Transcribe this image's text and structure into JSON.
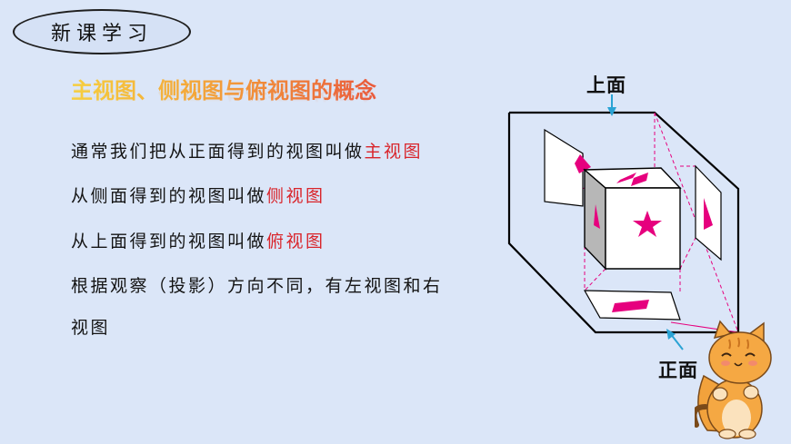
{
  "badge": "新课学习",
  "title": "主视图、侧视图与俯视图的概念",
  "lines": [
    {
      "text": "通常我们把从正面得到的视图叫做",
      "highlight": "主视图"
    },
    {
      "text": "从侧面得到的视图叫做",
      "highlight": "侧视图"
    },
    {
      "text": "从上面得到的视图叫做",
      "highlight": "俯视图"
    },
    {
      "text": "根据观察（投影）方向不同，有左视图和右",
      "highlight": ""
    },
    {
      "text": "视图",
      "highlight": ""
    }
  ],
  "diagram": {
    "label_top": "上面",
    "label_front": "正面",
    "accent_color": "#e6007e",
    "arrow_color": "#2aa3d4"
  }
}
